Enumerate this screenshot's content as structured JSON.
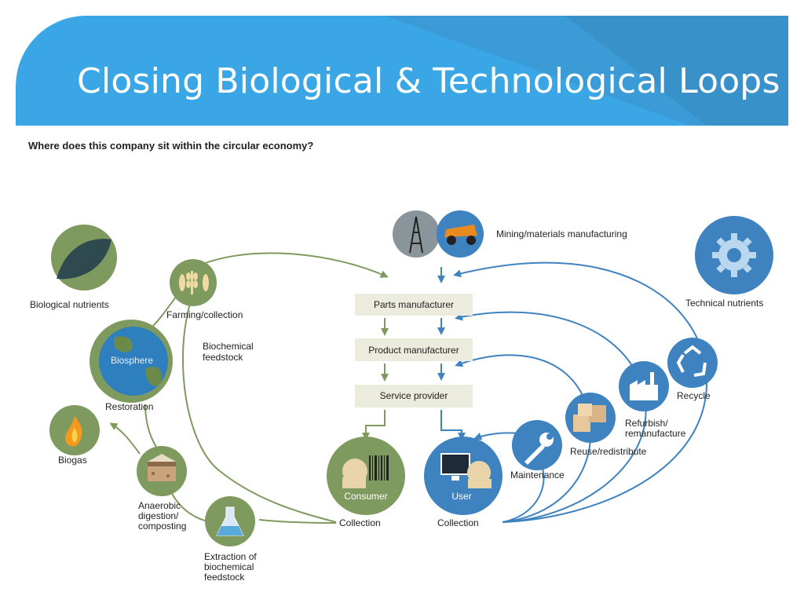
{
  "slide_title": "Closing Biological & Technological Loops",
  "question": "Where does this company sit within the circular economy?",
  "colors": {
    "banner": "#3aa6e6",
    "bio_green": "#7e9a5e",
    "tech_blue": "#3f82c0",
    "box_fill": "#ebebde"
  },
  "nodes": {
    "biological_nutrients": "Biological nutrients",
    "farming": "Farming/collection",
    "biosphere": "Biosphere",
    "restoration": "Restoration",
    "biogas": "Biogas",
    "anaerobic": [
      "Anaerobic",
      "digestion/",
      "composting"
    ],
    "extraction": [
      "Extraction of",
      "biochemical",
      "feedstock"
    ],
    "biochemical_feedstock": [
      "Biochemical",
      "feedstock"
    ],
    "consumer": "Consumer",
    "consumer_collection": "Collection",
    "user": "User",
    "user_collection": "Collection",
    "mining": "Mining/materials manufacturing",
    "parts_manufacturer": "Parts manufacturer",
    "product_manufacturer": "Product manufacturer",
    "service_provider": "Service provider",
    "technical_nutrients": "Technical nutrients",
    "recycle": "Recycle",
    "refurbish": [
      "Refurbish/",
      "remanufacture"
    ],
    "reuse": "Reuse/redistribute",
    "maintenance": "Maintenance"
  },
  "icons": {
    "leaf": "leaf-icon",
    "wheat": "wheat-fish-icon",
    "globe": "globe-icon",
    "flame": "flame-icon",
    "soil": "soil-icon",
    "flask": "flask-icon",
    "barcode": "barcode-icon",
    "oil_rig": "oil-rig-icon",
    "truck": "mining-truck-icon",
    "gear": "gear-icon",
    "recycle": "recycle-icon",
    "factory": "factory-icon",
    "boxes": "boxes-icon",
    "wrench": "wrench-icon",
    "computer": "computer-icon"
  }
}
